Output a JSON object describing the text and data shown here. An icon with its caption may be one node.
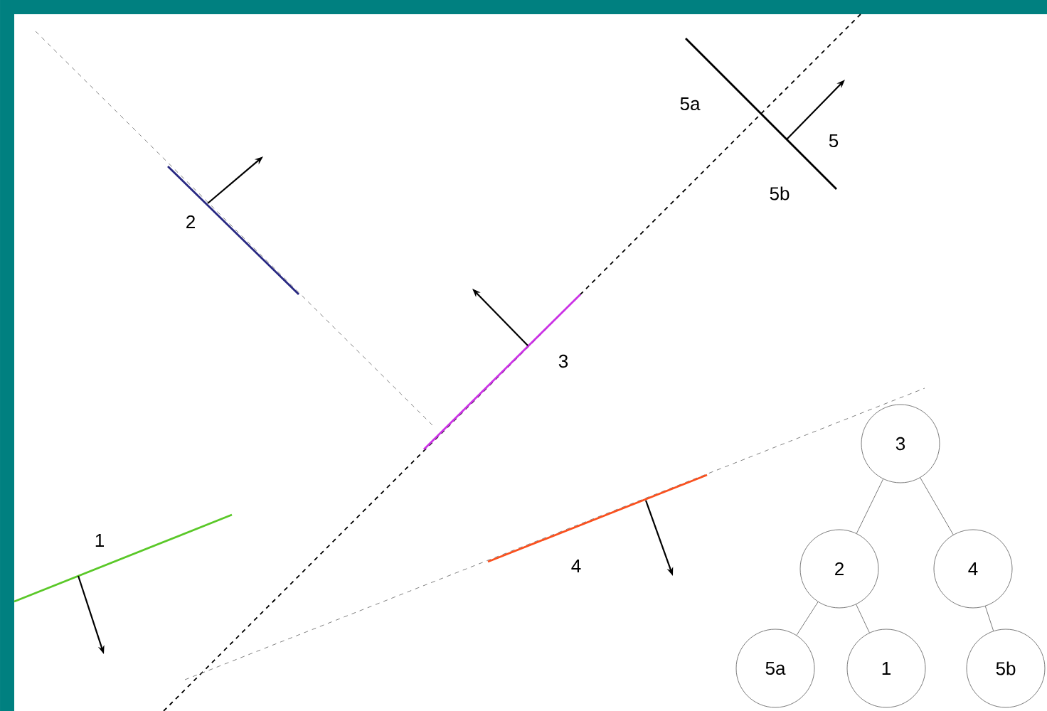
{
  "diagram": {
    "nodes": [
      {
        "text": [
          "3"
        ]
      },
      {
        "text": [
          "2"
        ]
      },
      {
        "text": [
          "4"
        ]
      },
      {
        "text": [
          "5a"
        ]
      },
      {
        "text": [
          "1"
        ]
      },
      {
        "text": [
          "5b"
        ]
      }
    ],
    "edges": [
      {
        "from": 0,
        "to": 1,
        "arrow": "none"
      },
      {
        "from": 0,
        "to": 2,
        "arrow": "none"
      },
      {
        "from": 1,
        "to": 3,
        "arrow": "none"
      },
      {
        "from": 1,
        "to": 4,
        "arrow": "none"
      },
      {
        "from": 2,
        "to": 5,
        "arrow": "none"
      }
    ],
    "labels": [
      "5a",
      "5",
      "2",
      "5b",
      "3",
      "1",
      "4"
    ]
  }
}
